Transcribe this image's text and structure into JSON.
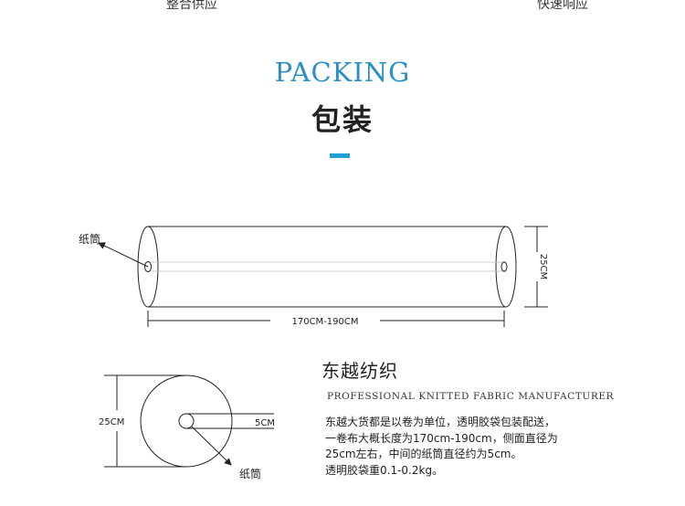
{
  "header": {
    "top_left_text": "整合供应",
    "top_right_text": "快速响应",
    "title_en": "PACKING",
    "title_cn": "包装",
    "accent_color": "#1e9fd6"
  },
  "roll_diagram": {
    "core_label": "纸筒",
    "length_label": "170CM-190CM",
    "diameter_label": "25CM"
  },
  "section_diagram": {
    "diameter_label": "25CM",
    "core_label": "5CM",
    "tube_label": "纸筒"
  },
  "company": {
    "name": "东越纺织",
    "tagline": "PROFESSIONAL KNITTED FABRIC MANUFACTURER"
  },
  "description": {
    "lines": [
      "东越大货都是以卷为单位，透明胶袋包装配送，",
      "一卷布大概长度为170cm-190cm，侧面直径为",
      "25cm左右，中间的纸筒直径约为5cm。",
      "透明胶袋重0.1-0.2kg。"
    ]
  }
}
